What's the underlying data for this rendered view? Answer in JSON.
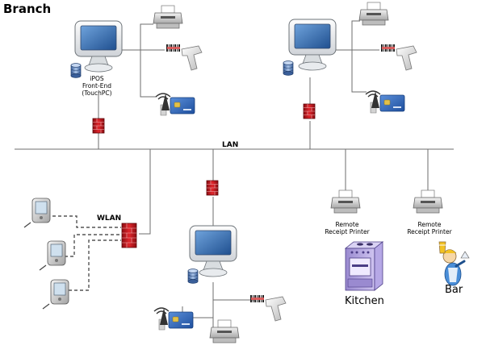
{
  "title": "Branch",
  "network": {
    "lan_label": "LAN",
    "wlan_label": "WLAN"
  },
  "terminal_label": [
    "iPOS",
    "Front-End",
    "(TouchPC)"
  ],
  "remote_printers": [
    {
      "label": [
        "Remote",
        "Receipt Printer"
      ],
      "location": "Kitchen"
    },
    {
      "label": [
        "Remote",
        "Receipt Printer"
      ],
      "location": "Bar"
    }
  ],
  "colors": {
    "line": "#6e6e6e",
    "firewall": "#c4161c",
    "monitor_screen": "#3a6fb0",
    "card": "#2e64b8"
  },
  "icons": [
    "monitor-icon",
    "database-icon",
    "printer-icon",
    "barcode-scanner-icon",
    "card-reader-icon",
    "firewall-icon",
    "pda-icon",
    "wireless-access-point-icon",
    "stove-icon",
    "bartender-icon"
  ]
}
